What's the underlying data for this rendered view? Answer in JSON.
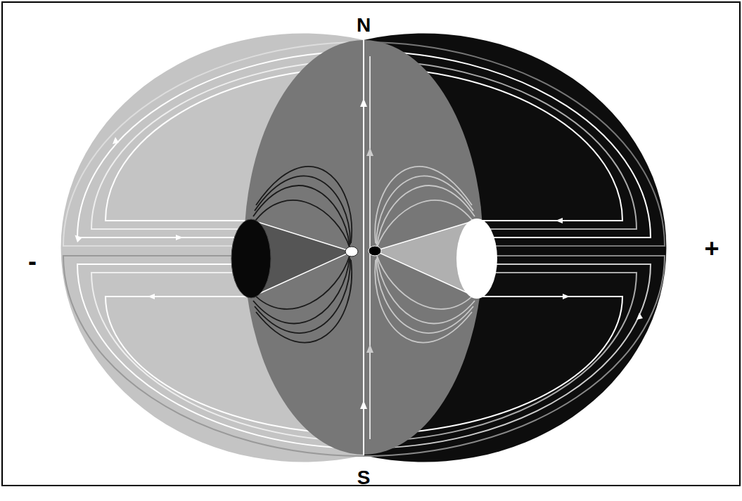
{
  "diagram": {
    "labels": [
      "N",
      "S",
      "-",
      "+"
    ]
  }
}
